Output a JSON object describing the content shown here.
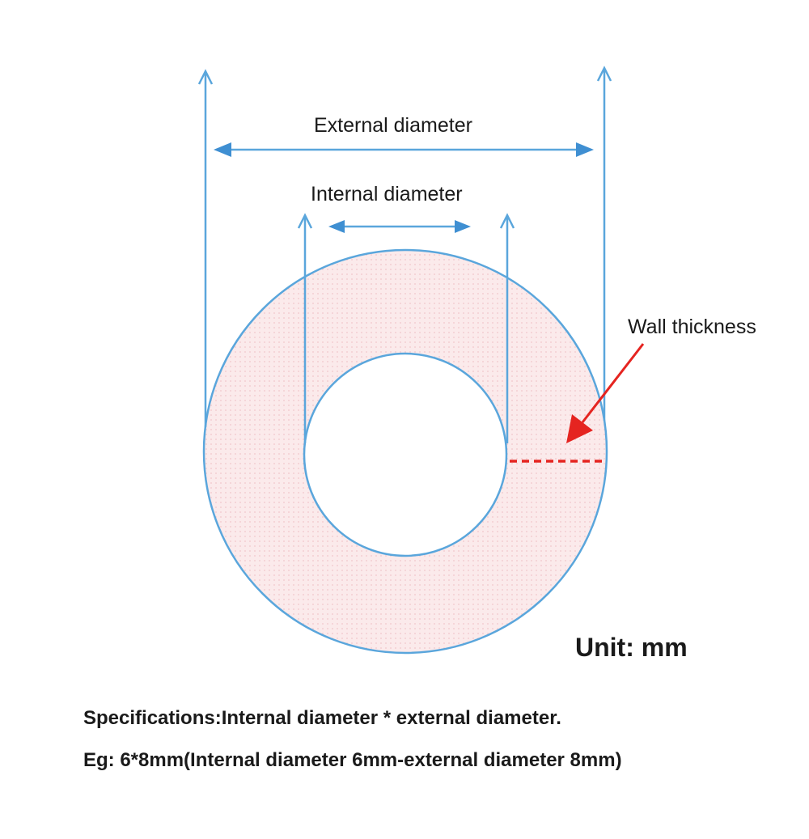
{
  "labels": {
    "external_diameter": "External diameter",
    "internal_diameter": "Internal diameter",
    "wall_thickness": "Wall thickness",
    "unit": "Unit: mm"
  },
  "notes": {
    "specifications": "Specifications:Internal diameter * external diameter.",
    "example": "Eg: 6*8mm(Internal diameter 6mm-external diameter 8mm)"
  },
  "colors": {
    "outline": "#5aa6dc",
    "ring_fill": "#fbe9ea",
    "wall_marker": "#e52420",
    "text": "#1a1a1a"
  }
}
